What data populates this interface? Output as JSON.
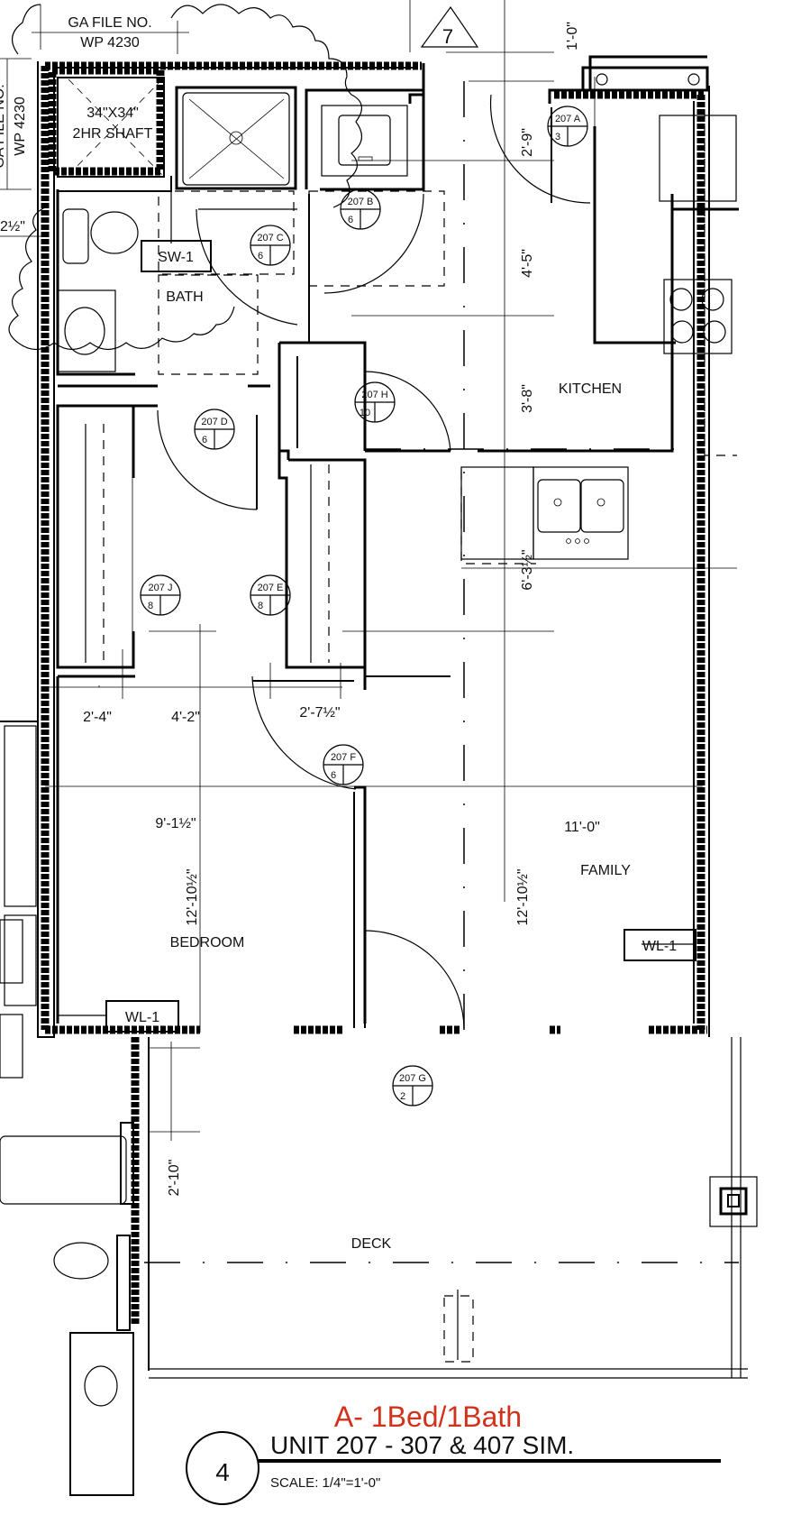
{
  "sheet": {
    "unit_type": "A- 1Bed/1Bath",
    "unit_type_color": "#d0321c",
    "title": "UNIT 207 - 307 & 407 SIM.",
    "scale": "SCALE: 1/4\"=1'-0\"",
    "detail_number": "4",
    "revision_number": "7"
  },
  "notes": {
    "ga_file_label": "GA FILE NO.",
    "ga_file_number": "WP 4230",
    "ga_file_number_vertical": "WP 4230",
    "ga_file_label_vertical": "GA FILE NO.",
    "shaft_size": "34\"X34\"",
    "shaft_rating": "2HR SHAFT"
  },
  "rooms": {
    "bath": "BATH",
    "kitchen": "KITCHEN",
    "family": "FAMILY",
    "bedroom": "BEDROOM",
    "deck": "DECK"
  },
  "wall_tags": {
    "sw1": "SW-1",
    "wl1_bedroom": "WL-1",
    "wl1_family": "WL-1"
  },
  "door_tags": [
    {
      "id": "207 A",
      "type": "3"
    },
    {
      "id": "207 B",
      "type": "6"
    },
    {
      "id": "207 C",
      "type": "6"
    },
    {
      "id": "207 D",
      "type": "6"
    },
    {
      "id": "207 H",
      "type": "10"
    },
    {
      "id": "207 J",
      "type": "8"
    },
    {
      "id": "207 E",
      "type": "8"
    },
    {
      "id": "207 F",
      "type": "6"
    },
    {
      "id": "207 G",
      "type": "2"
    }
  ],
  "dimensions": {
    "d_1_0": "1'-0\"",
    "d_2_9": "2'-9\"",
    "d_4_5": "4'-5\"",
    "d_3_8": "3'-8\"",
    "d_6_3": "6'-3½\"",
    "d_2_4": "2'-4\"",
    "d_4_2": "4'-2\"",
    "d_2_7": "2'-7½\"",
    "d_9_1": "9'-1½\"",
    "d_11_0": "11'-0\"",
    "d_12_10_bed": "12'-10½\"",
    "d_12_10_fam": "12'-10½\"",
    "d_2_10": "2'-10\"",
    "d_partial": "2½\""
  }
}
